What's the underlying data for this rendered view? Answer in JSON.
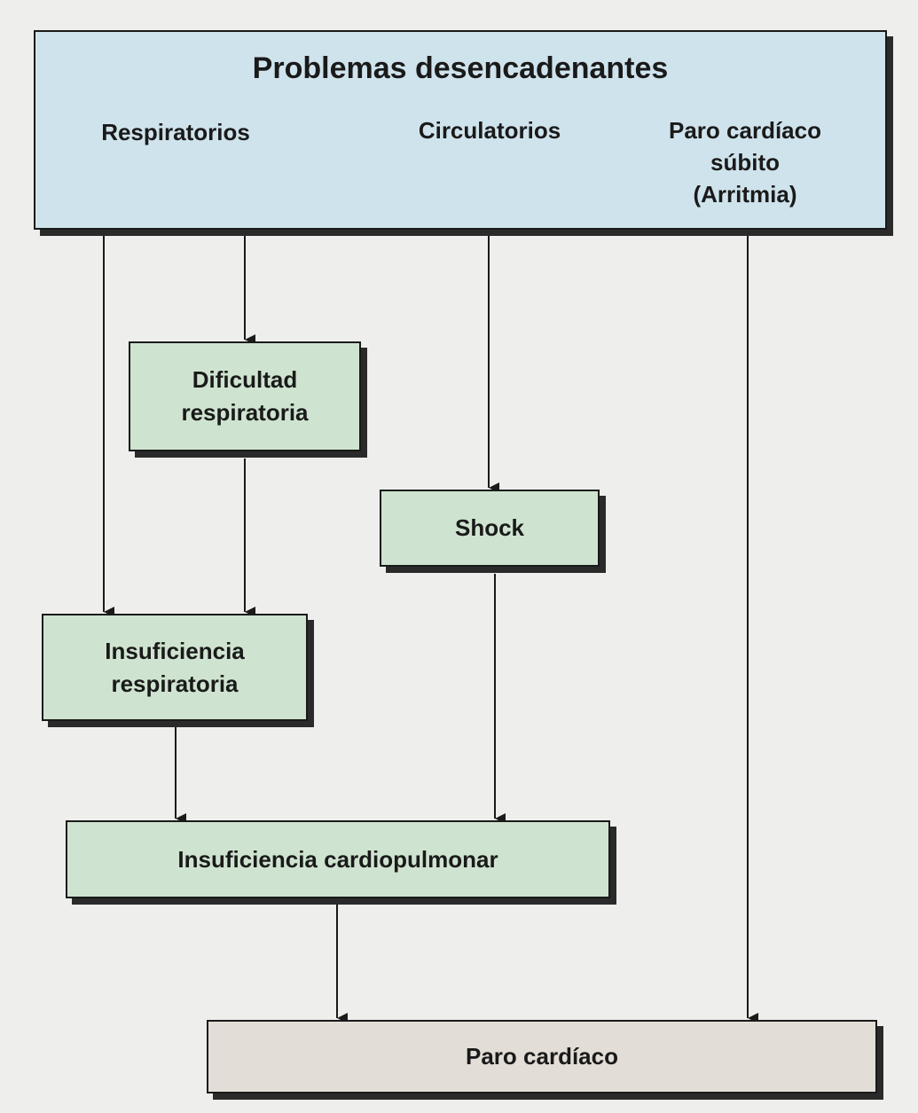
{
  "header": {
    "title": "Problemas desencadenantes",
    "columns": {
      "respiratorios": "Respiratorios",
      "circulatorios": "Circulatorios",
      "paro_subito": [
        "Paro cardíaco",
        "súbito",
        "(Arritmia)"
      ]
    }
  },
  "nodes": {
    "dificultad": [
      "Dificultad",
      "respiratoria"
    ],
    "shock": "Shock",
    "insuficiencia_respiratoria": [
      "Insuficiencia",
      "respiratoria"
    ],
    "insuficiencia_cardiopulmonar": "Insuficiencia cardiopulmonar",
    "paro_cardiaco": "Paro cardíaco"
  },
  "colors": {
    "header_fill": "#cfe3ec",
    "process_fill": "#cfe4d0",
    "outcome_fill": "#e2ddd6",
    "stroke": "#1a1a1a"
  }
}
